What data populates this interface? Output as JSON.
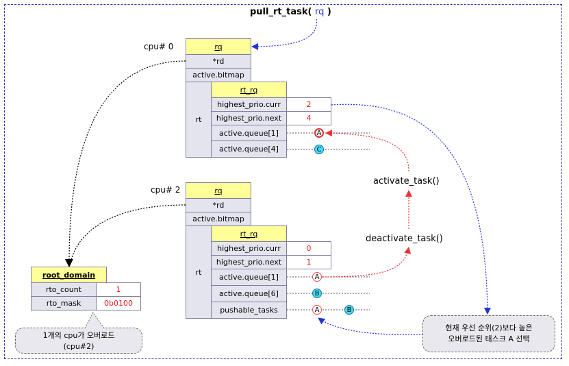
{
  "title": "pull_rt_task(",
  "title_arg": "rq",
  "title_close": ")",
  "cpu0": {
    "label": "cpu# 0",
    "rq": "rq",
    "rd": "*rd",
    "bitmap": "active.bitmap",
    "rt": "rt",
    "rt_rq": "rt_rq",
    "rows": [
      {
        "name": "highest_prio.curr",
        "value": "2"
      },
      {
        "name": "highest_prio.next",
        "value": "4"
      },
      {
        "name": "active.queue[1]",
        "value": ""
      },
      {
        "name": "active.queue[4]",
        "value": ""
      }
    ],
    "tasks": {
      "q1": "A",
      "q4": "C"
    }
  },
  "cpu2": {
    "label": "cpu# 2",
    "rq": "rq",
    "rd": "*rd",
    "bitmap": "active.bitmap",
    "rt": "rt",
    "rt_rq": "rt_rq",
    "rows": [
      {
        "name": "highest_prio.curr",
        "value": "0"
      },
      {
        "name": "highest_prio.next",
        "value": "1"
      },
      {
        "name": "active.queue[1]",
        "value": ""
      },
      {
        "name": "active.queue[6]",
        "value": ""
      },
      {
        "name": "pushable_tasks",
        "value": ""
      }
    ],
    "tasks": {
      "q1": "A",
      "q6": "B",
      "push1": "A",
      "push2": "B"
    }
  },
  "root_domain": {
    "title": "root_domain",
    "rows": [
      {
        "name": "rto_count",
        "value": "1"
      },
      {
        "name": "rto_mask",
        "value": "0b0100"
      }
    ]
  },
  "activate_label": "activate_task()",
  "deactivate_label": "deactivate_task()",
  "note_left": {
    "line1": "1개의 cpu가 오버로드",
    "line2": "(cpu#2)"
  },
  "note_right": {
    "line1": "현재 우선 순위(2)보다 높은",
    "line2": "오버로드된 태스크 A 선택"
  },
  "colors": {
    "header": "#ffff99",
    "cell": "#e4e4ee",
    "value": "#e02020",
    "blue_arrow": "#2233dd",
    "red_arrow": "#ee3333",
    "task_cyan": "#44ddee"
  }
}
